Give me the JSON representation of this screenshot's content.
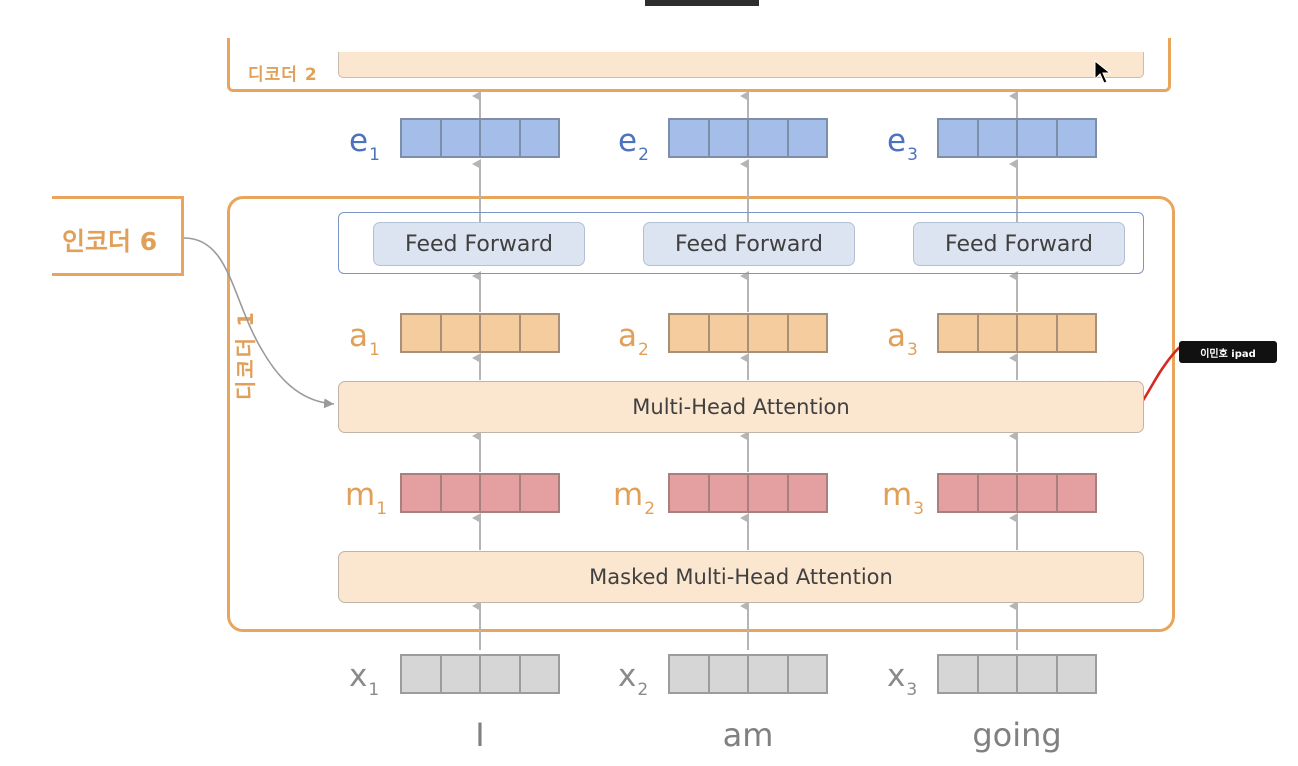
{
  "decoder2": {
    "label": "디코더 2"
  },
  "decoder1": {
    "label": "디코더 1"
  },
  "encoder": {
    "label": "인코더 6"
  },
  "feed_forward": {
    "labels": [
      "Feed Forward",
      "Feed Forward",
      "Feed Forward"
    ]
  },
  "multi_head_attention": {
    "label": "Multi-Head Attention"
  },
  "masked_attention": {
    "label": "Masked Multi-Head Attention"
  },
  "vectors": {
    "e": [
      {
        "base": "e",
        "sub": "1"
      },
      {
        "base": "e",
        "sub": "2"
      },
      {
        "base": "e",
        "sub": "3"
      }
    ],
    "a": [
      {
        "base": "a",
        "sub": "1"
      },
      {
        "base": "a",
        "sub": "2"
      },
      {
        "base": "a",
        "sub": "3"
      }
    ],
    "m": [
      {
        "base": "m",
        "sub": "1"
      },
      {
        "base": "m",
        "sub": "2"
      },
      {
        "base": "m",
        "sub": "3"
      }
    ],
    "x": [
      {
        "base": "x",
        "sub": "1"
      },
      {
        "base": "x",
        "sub": "2"
      },
      {
        "base": "x",
        "sub": "3"
      }
    ]
  },
  "words": [
    "I",
    "am",
    "going"
  ],
  "annotation": {
    "tooltip": "이민호 ipad"
  },
  "colors": {
    "frame": "#e9a55c",
    "e": "#a4bde9",
    "a": "#f4cc9e",
    "m": "#e4a0a0",
    "x": "#d6d6d6",
    "ink": "#d62a20"
  }
}
